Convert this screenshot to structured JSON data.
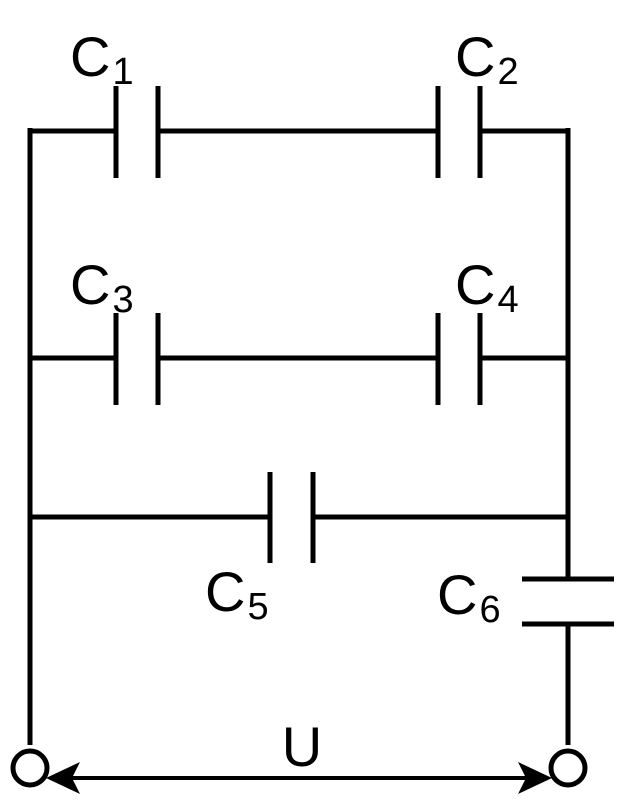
{
  "diagram": {
    "capacitors": [
      {
        "id": "c1",
        "letter": "C",
        "subscript": "1"
      },
      {
        "id": "c2",
        "letter": "C",
        "subscript": "2"
      },
      {
        "id": "c3",
        "letter": "C",
        "subscript": "3"
      },
      {
        "id": "c4",
        "letter": "C",
        "subscript": "4"
      },
      {
        "id": "c5",
        "letter": "C",
        "subscript": "5"
      },
      {
        "id": "c6",
        "letter": "C",
        "subscript": "6"
      }
    ],
    "voltage_label": "U"
  }
}
